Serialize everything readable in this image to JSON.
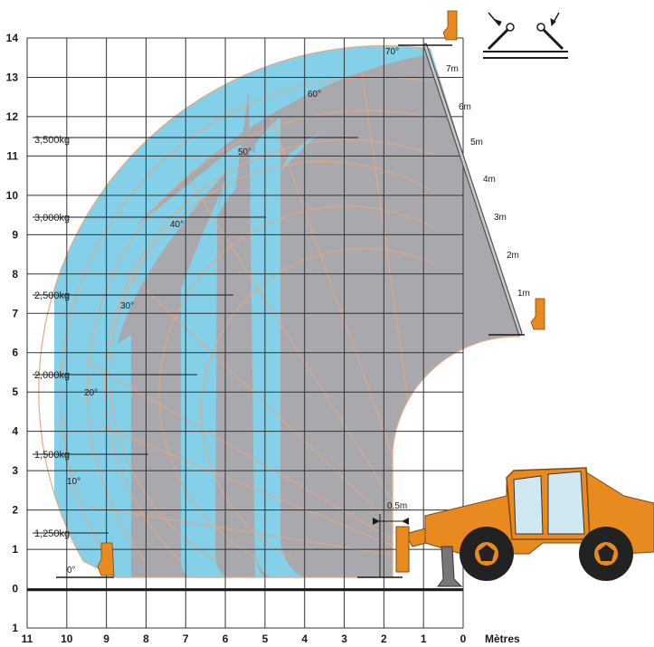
{
  "chart_data": {
    "type": "load_chart",
    "x_ticks": [
      "11",
      "10",
      "9",
      "8",
      "7",
      "6",
      "5",
      "4",
      "3",
      "2",
      "1",
      "0"
    ],
    "y_ticks": [
      "1",
      "0",
      "1",
      "2",
      "3",
      "4",
      "5",
      "6",
      "7",
      "8",
      "9",
      "10",
      "11",
      "12",
      "13",
      "14"
    ],
    "x_unit": "Mètres",
    "load_zones": [
      "3,500kg",
      "3,000kg",
      "2,500kg",
      "2,000kg",
      "1,500kg",
      "1,250kg"
    ],
    "angles": [
      "0°",
      "10°",
      "20°",
      "30°",
      "40°",
      "50°",
      "60°",
      "70°"
    ],
    "extensions": [
      "1m",
      "2m",
      "3m",
      "4m",
      "5m",
      "6m",
      "7m"
    ],
    "offset": "0.5m"
  },
  "colors": {
    "gray_zone": "#a9a9ad",
    "blue_zone": "#83d0e8",
    "arc_lines": "#e6a882",
    "grid": "#333333",
    "machine": "#e88a1f"
  }
}
